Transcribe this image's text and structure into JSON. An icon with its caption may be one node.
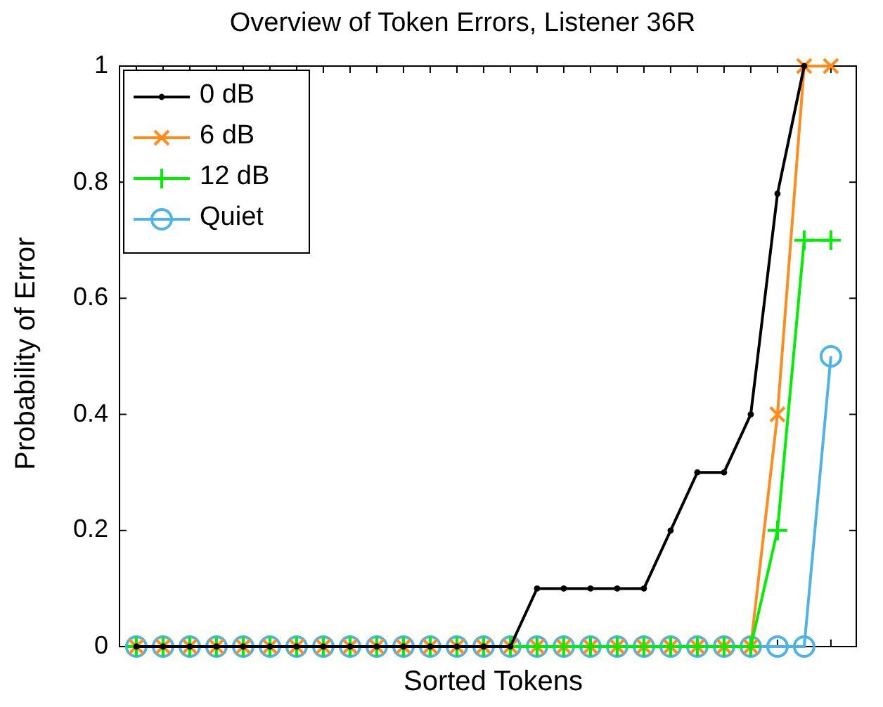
{
  "diagram": {
    "chart_data": {
      "type": "line",
      "title": "Overview of Token Errors, Listener 36R",
      "xlabel": "Sorted Tokens",
      "ylabel": "Probability of Error",
      "categories": [
        null,
        null,
        null,
        null,
        null,
        null,
        null,
        null,
        null,
        null,
        null,
        null,
        null,
        null,
        null,
        null,
        null,
        null,
        null,
        null,
        null,
        null,
        null,
        null,
        null,
        null,
        null
      ],
      "series": [
        {
          "name": "0 dB",
          "color": "#000000",
          "marker": "dot",
          "values": [
            0,
            0,
            0,
            0,
            0,
            0,
            0,
            0,
            0,
            0,
            0,
            0,
            0,
            0,
            0,
            0.1,
            0.1,
            0.1,
            0.1,
            0.1,
            0.2,
            0.3,
            0.3,
            0.4,
            0.78,
            1,
            null
          ]
        },
        {
          "name": "6 dB",
          "color": "#ff8c1a",
          "marker": "x",
          "values": [
            0,
            0,
            0,
            0,
            0,
            0,
            0,
            0,
            0,
            0,
            0,
            0,
            0,
            0,
            0,
            0,
            0,
            0,
            0,
            0,
            0,
            0,
            0,
            0,
            0.4,
            1,
            1
          ]
        },
        {
          "name": "12 dB",
          "color": "#00ee00",
          "marker": "plus",
          "values": [
            0,
            0,
            0,
            0,
            0,
            0,
            0,
            0,
            0,
            0,
            0,
            0,
            0,
            0,
            0,
            0,
            0,
            0,
            0,
            0,
            0,
            0,
            0,
            0,
            0.2,
            0.7,
            0.7
          ]
        },
        {
          "name": "Quiet",
          "color": "#4fb3e8",
          "marker": "circle",
          "values": [
            0,
            0,
            0,
            0,
            0,
            0,
            0,
            0,
            0,
            0,
            0,
            0,
            0,
            0,
            0,
            0,
            0,
            0,
            0,
            0,
            0,
            0,
            0,
            0,
            0,
            0,
            0.5
          ]
        }
      ],
      "legend": "upper left",
      "ylim": [
        0,
        1
      ],
      "yticks": [
        {
          "value": 0,
          "label": "0"
        },
        {
          "value": 0.2,
          "label": "0.2"
        },
        {
          "value": 0.4,
          "label": "0.4"
        },
        {
          "value": 0.6,
          "label": "0.6"
        },
        {
          "value": 0.8,
          "label": "0.8"
        },
        {
          "value": 1,
          "label": "1"
        }
      ]
    }
  }
}
